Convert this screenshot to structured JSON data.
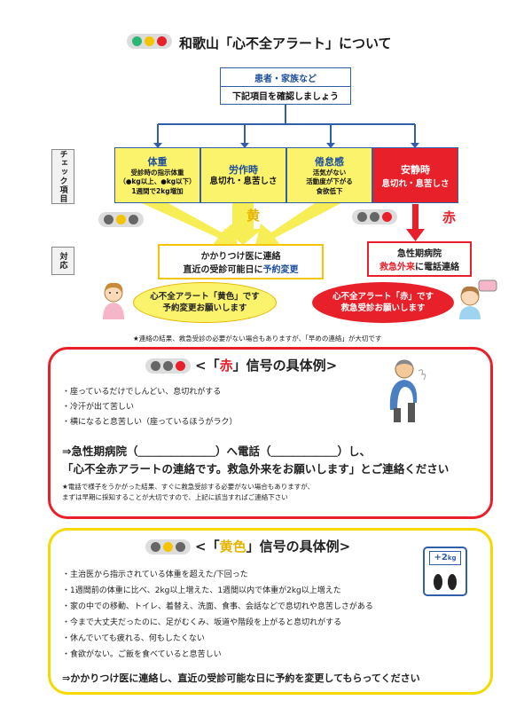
{
  "header": {
    "title": "和歌山「心不全アラート」について",
    "colors": {
      "green": "#2bb673",
      "yellow": "#f5c400",
      "red": "#e8202a",
      "gray": "#b0b0b0"
    }
  },
  "top_box": {
    "line1": "患者・家族など",
    "line2": "下記項目を確認しましょう"
  },
  "labels": {
    "check": "チェック項目",
    "response": "対応"
  },
  "checks": [
    {
      "title": "体重",
      "lines": [
        "受診時の指示体重",
        "（●kg以上、●kg以下）",
        "1週間で2kg増加"
      ]
    },
    {
      "title": "労作時",
      "lines": [
        "息切れ・息苦しさ"
      ]
    },
    {
      "title": "倦怠感",
      "lines": [
        "活気がない",
        "活動度が下がる",
        "食欲低下"
      ]
    },
    {
      "title": "安静時",
      "lines": [
        "息切れ・息苦しさ"
      ]
    }
  ],
  "signal_yellow": "黄",
  "signal_red": "赤",
  "yellow_action": {
    "line1": "かかりつけ医に連絡",
    "line2_pre": "直近の受診可能日に",
    "line2_em": "予約変更"
  },
  "red_action": {
    "line1": "急性期病院",
    "line2_em": "救急外来",
    "line2_post": "に電話連絡"
  },
  "yellow_bubble": {
    "line1": "心不全アラート「黄色」です",
    "line2": "予約変更お願いします"
  },
  "red_bubble": {
    "line1": "心不全アラート「赤」です",
    "line2": "救急受診お願いします"
  },
  "footnote": "★連絡の結果、救急受診の必要がない場合もありますが、「早めの連絡」が大切です",
  "red_panel": {
    "title_pre": "<「",
    "title_em": "赤",
    "title_post": "」信号の具体例>",
    "items": [
      "・座っているだけでしんどい、息切れがする",
      "・冷汗が出て苦しい",
      "・横になると息苦しい（座っているほうがラク）"
    ],
    "call_line": "⇒急性期病院（＿＿＿＿＿＿＿）へ電話（＿＿＿＿＿＿）し、",
    "call_line2": "「心不全赤アラートの連絡です。救急外来をお願いします」とご連絡ください",
    "note1": "★電話で様子をうかがった結果、すぐに救急受診する必要がない場合もありますが、",
    "note2": "まずは早期に採知することが大切ですので、上記に該当すればご連絡下さい"
  },
  "yellow_panel": {
    "title_pre": "<「",
    "title_em": "黄色",
    "title_post": "」信号の具体例>",
    "scale_text": "+2",
    "scale_unit": "kg",
    "items": [
      "・主治医から指示されている体重を超えた/下回った",
      "・1週間前の体重に比べ、2kg以上増えた、1週間以内で体重が2kg以上増えた",
      "・家の中での移動、トイレ、着替え、洗面、食事、会話などで息切れや息苦しさがある",
      "・今まで大丈夫だったのに、足がむくみ、坂道や階段を上がると息切れがする",
      "・休んでいても疲れる、何もしたくない",
      "・食欲がない。ご飯を食べていると息苦しい"
    ],
    "bottom": "⇒かかりつけ医に連絡し、直近の受診可能な日に予約を変更してもらってください"
  }
}
